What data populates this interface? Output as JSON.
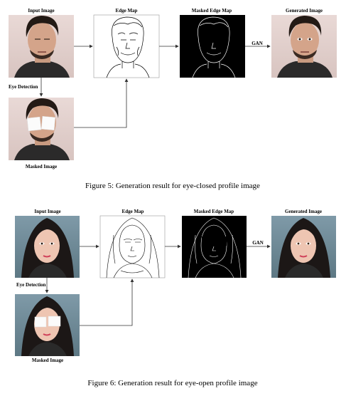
{
  "figures": [
    {
      "caption": "Figure 5: Generation result for eye-closed profile image",
      "labels": {
        "input": "Input Image",
        "edge": "Edge Map",
        "masked_edge": "Masked Edge Map",
        "generated": "Generated Image",
        "eye_detection": "Eye Detection",
        "masked": "Masked Image",
        "gan": "GAN"
      }
    },
    {
      "caption": "Figure 6: Generation result for eye-open profile image",
      "labels": {
        "input": "Input Image",
        "edge": "Edge Map",
        "masked_edge": "Masked Edge Map",
        "generated": "Generated Image",
        "eye_detection": "Eye Detection",
        "masked": "Masked Image",
        "gan": "GAN"
      }
    }
  ]
}
